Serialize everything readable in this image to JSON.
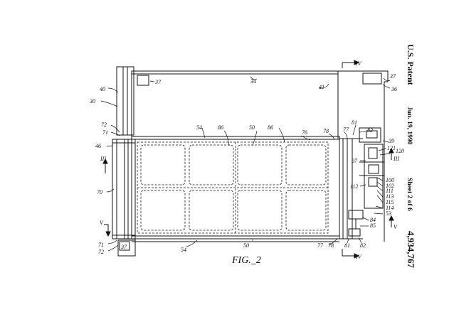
{
  "header": {
    "office": "U.S. Patent",
    "date": "Jun. 19, 1990",
    "sheet": "Sheet 2 of 6",
    "patent_number": "4,934,767"
  },
  "figure": {
    "label": "FIG._2"
  },
  "section_marks": {
    "III": "III",
    "IV": "IV",
    "V": "V"
  },
  "refs": {
    "r30": "30",
    "r34": "34",
    "r36": "36",
    "r37": "37",
    "r39": "39",
    "r40": "40",
    "r41": "41",
    "r46": "46",
    "r50": "50",
    "r53": "53",
    "r54": "54",
    "r70": "70",
    "r71": "71",
    "r72": "72",
    "r76": "76",
    "r77": "77",
    "r78": "78",
    "r81": "81",
    "r82": "82",
    "r84": "84",
    "r85": "85",
    "r86": "86",
    "r97": "97",
    "r100": "100",
    "r102": "102",
    "r111": "111",
    "r112": "112",
    "r113": "113",
    "r114": "114",
    "r115": "115",
    "r120": "120",
    "r121": "121"
  }
}
